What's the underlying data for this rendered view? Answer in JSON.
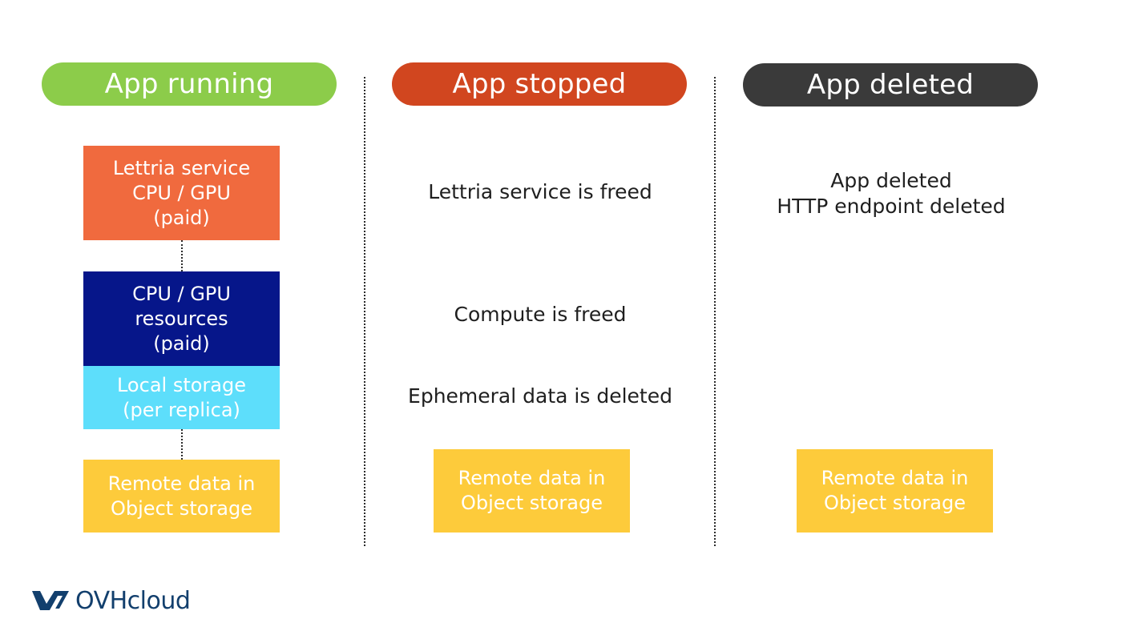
{
  "colors": {
    "running": "#8ccc4a",
    "stopped": "#d1461f",
    "deleted": "#3a3a3a",
    "service": "#f06a3e",
    "compute": "#06168a",
    "local_storage": "#5ddefb",
    "object_storage": "#fdcb3b",
    "logo": "#123f6d"
  },
  "columns": {
    "running": {
      "title": "App running",
      "service_box": [
        "Lettria service",
        "CPU / GPU",
        "(paid)"
      ],
      "compute_box": [
        "CPU / GPU",
        "resources",
        "(paid)"
      ],
      "local_storage_box": [
        "Local storage",
        "(per replica)"
      ],
      "object_storage_box": [
        "Remote data in",
        "Object storage"
      ]
    },
    "stopped": {
      "title": "App stopped",
      "service_note": "Lettria service is freed",
      "compute_note": "Compute is freed",
      "storage_note": "Ephemeral data is deleted",
      "object_storage_box": [
        "Remote data in",
        "Object storage"
      ]
    },
    "deleted": {
      "title": "App deleted",
      "notes": [
        "App deleted",
        "HTTP endpoint deleted"
      ],
      "object_storage_box": [
        "Remote data in",
        "Object storage"
      ]
    }
  },
  "logo": {
    "text": "OVHcloud",
    "icon": "ovhcloud-logo-icon"
  }
}
